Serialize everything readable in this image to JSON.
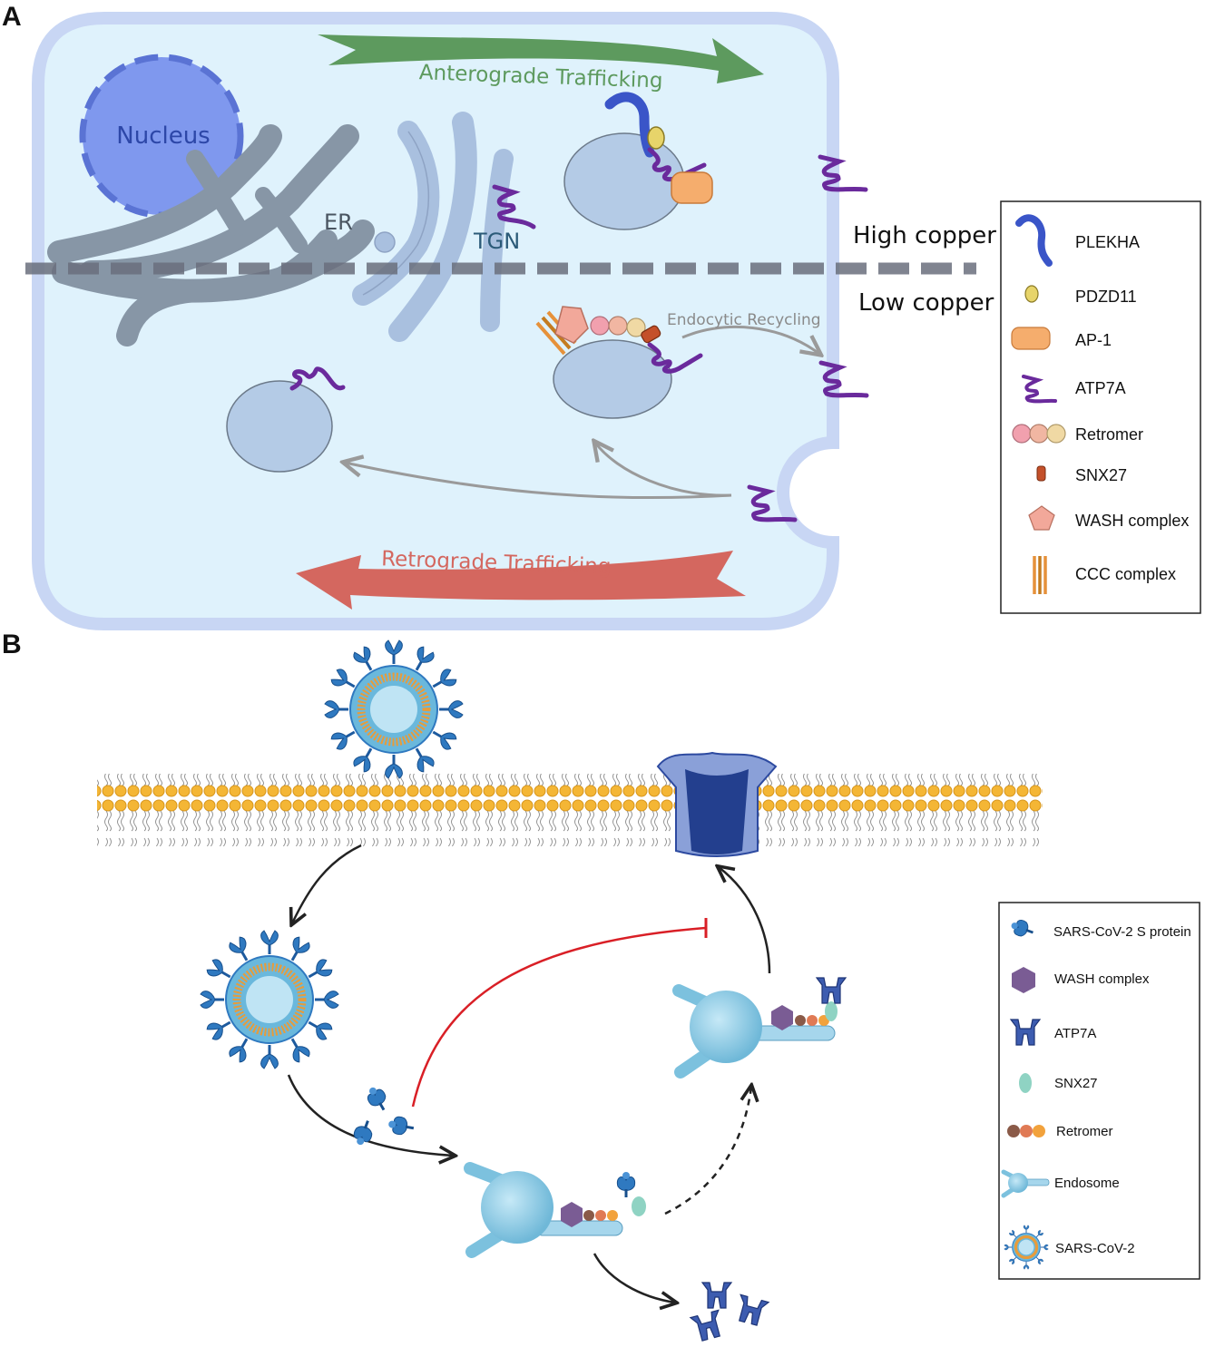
{
  "panel_a": {
    "label": "A",
    "nucleus": "Nucleus",
    "er": "ER",
    "tgn": "TGN",
    "anterograde": "Anterograde Trafficking",
    "retrograde": "Retrograde Trafficking",
    "endocytic": "Endocytic Recycling",
    "high_copper": "High copper",
    "low_copper": "Low copper",
    "legend": [
      "PLEKHA",
      "PDZD11",
      "AP-1",
      "ATP7A",
      "Retromer",
      "SNX27",
      "WASH complex",
      "CCC complex"
    ]
  },
  "panel_b": {
    "label": "B",
    "legend": [
      "SARS-CoV-2 S protein",
      "WASH complex",
      "ATP7A",
      "SNX27",
      "Retromer",
      "Endosome",
      "SARS-CoV-2"
    ]
  },
  "colors": {
    "cell_fill": "#dff2fc",
    "cell_border": "#c8d6f4",
    "nucleus": "#7f98ee",
    "er": "#8796a6",
    "golgi": "#a9c0df",
    "vesicle": "#b4cbe6",
    "atp7a": "#6a2a9c",
    "plekha": "#3a55c8",
    "pdzd11": "#e7d46a",
    "ap1": "#f5ad6d",
    "anterograde_arrow": "#5d9a5e",
    "retrograde_arrow": "#d4675f",
    "grey_arrow": "#9a9a9a",
    "red_inhibit": "#d91f26",
    "membrane_head": "#f4b635",
    "endosome": "#7cc1de",
    "channel": "#2d4aa0",
    "wash_b": "#7a5c94",
    "snx27_b": "#8fd3c3"
  }
}
